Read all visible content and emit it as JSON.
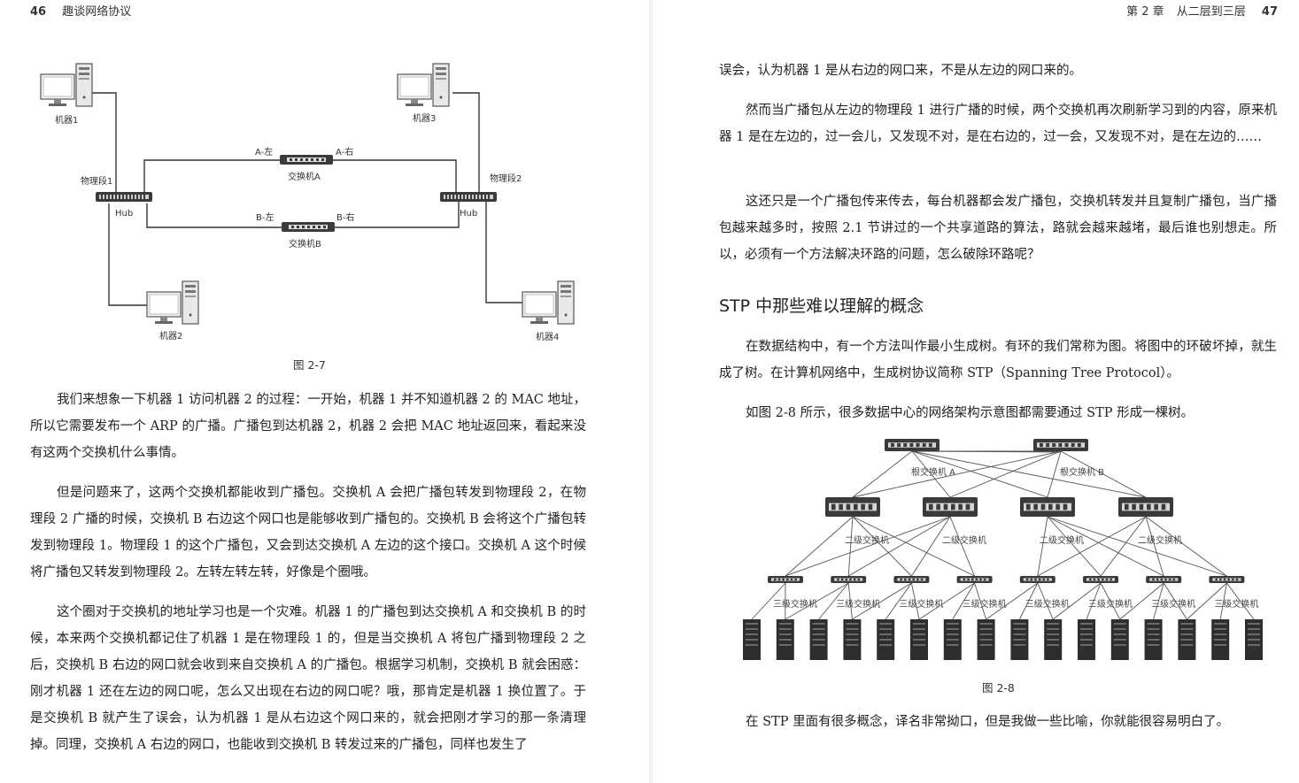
{
  "left_page": {
    "page_number": "46",
    "running_title": "趣谈网络协议",
    "figure": {
      "caption": "图 2-7",
      "labels": {
        "machine1": "机器1",
        "machine2": "机器2",
        "machine3": "机器3",
        "machine4": "机器4",
        "segment1": "物理段1",
        "segment2": "物理段2",
        "hub_left": "Hub",
        "hub_right": "Hub",
        "a_left": "A-左",
        "a_right": "A-右",
        "b_left": "B-左",
        "b_right": "B-右",
        "switch_a": "交换机A",
        "switch_b": "交换机B"
      }
    },
    "paragraphs": [
      "我们来想象一下机器 1 访问机器 2 的过程：一开始，机器 1 并不知道机器 2 的 MAC 地址，所以它需要发布一个 ARP 的广播。广播包到达机器 2，机器 2 会把 MAC 地址返回来，看起来没有这两个交换机什么事情。",
      "但是问题来了，这两个交换机都能收到广播包。交换机 A 会把广播包转发到物理段 2，在物理段 2 广播的时候，交换机 B 右边这个网口也是能够收到广播包的。交换机 B 会将这个广播包转发到物理段 1。物理段 1 的这个广播包，又会到达交换机 A 左边的这个接口。交换机 A 这个时候将广播包又转发到物理段 2。左转左转左转，好像是个圈哦。",
      "这个圈对于交换机的地址学习也是一个灾难。机器 1 的广播包到达交换机 A 和交换机 B 的时候，本来两个交换机都记住了机器 1 是在物理段 1 的，但是当交换机 A 将包广播到物理段 2 之后，交换机 B 右边的网口就会收到来自交换机 A 的广播包。根据学习机制，交换机 B 就会困惑：刚才机器 1 还在左边的网口呢，怎么又出现在右边的网口呢？哦，那肯定是机器 1 换位置了。于是交换机 B 就产生了误会，认为机器 1 是从右边这个网口来的，就会把刚才学习的那一条清理掉。同理，交换机 A 右边的网口，也能收到交换机 B 转发过来的广播包，同样也发生了"
    ]
  },
  "right_page": {
    "page_number": "47",
    "chapter": "第 2 章",
    "chapter_title": "从二层到三层",
    "paragraphs_top": [
      "误会，认为机器 1 是从右边的网口来，不是从左边的网口来的。",
      "然而当广播包从左边的物理段 1 进行广播的时候，两个交换机再次刷新学习到的内容，原来机器 1 是在左边的，过一会儿，又发现不对，是在右边的，过一会，又发现不对，是在左边的……",
      "这还只是一个广播包传来传去，每台机器都会发广播包，交换机转发并且复制广播包，当广播包越来越多时，按照 2.1 节讲过的一个共享道路的算法，路就会越来越堵，最后谁也别想走。所以，必须有一个方法解决环路的问题，怎么破除环路呢？"
    ],
    "section_heading": "STP 中那些难以理解的概念",
    "paragraphs_mid": [
      "在数据结构中，有一个方法叫作最小生成树。有环的我们常称为图。将图中的环破坏掉，就生成了树。在计算机网络中，生成树协议简称 STP（Spanning Tree Protocol）。",
      "如图 2-8 所示，很多数据中心的网络架构示意图都需要通过 STP 形成一棵树。"
    ],
    "figure": {
      "caption": "图 2-8",
      "root_labels": [
        "根交换机 A",
        "根交换机 B"
      ],
      "level2_label": "二级交换机",
      "level3_label": "三级交换机"
    },
    "paragraph_bottom": "在 STP 里面有很多概念，译名非常拗口，但是我做一些比喻，你就能很容易明白了。"
  }
}
